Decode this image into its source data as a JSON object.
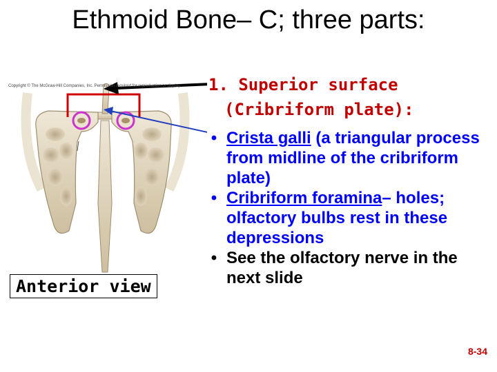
{
  "title": "Ethmoid Bone– C; three parts:",
  "figure": {
    "copyright": "Copyright © The McGraw-Hill Companies, Inc. Permission required for reproduction or display.",
    "caption": "Anterior view"
  },
  "section": {
    "heading_line1": "1. Superior surface",
    "heading_line2": "(Cribriform plate):"
  },
  "bullets": [
    {
      "dot": "•",
      "term": "Crista galli",
      "text": " (a triangular process from midline of the cribriform plate)"
    },
    {
      "dot": "•",
      "term": "Cribriform foramina",
      "text": "– holes; olfactory bulbs rest in these depressions"
    },
    {
      "dot": "•",
      "term": "",
      "text": "See the olfactory nerve in the next slide"
    }
  ],
  "slide_number": "8-34",
  "colors": {
    "heading": "#c00000",
    "bullet_text": "#0000ff",
    "arrow_black": "#000000",
    "arrow_blue": "#1f3fbf",
    "bracket": "#d00000",
    "circle": "#cc33cc",
    "bone": "#e3d9c4"
  }
}
